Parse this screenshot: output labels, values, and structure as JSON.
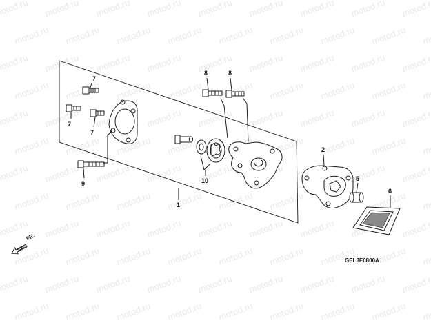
{
  "watermark": {
    "text": "motod.ru"
  },
  "callouts": [
    {
      "id": "c1",
      "label": "1"
    },
    {
      "id": "c2",
      "label": "2"
    },
    {
      "id": "c5",
      "label": "5"
    },
    {
      "id": "c6",
      "label": "6"
    },
    {
      "id": "c7a",
      "label": "7"
    },
    {
      "id": "c7b",
      "label": "7"
    },
    {
      "id": "c7c",
      "label": "7"
    },
    {
      "id": "c8a",
      "label": "8"
    },
    {
      "id": "c8b",
      "label": "8"
    },
    {
      "id": "c9",
      "label": "9"
    },
    {
      "id": "c10",
      "label": "10"
    }
  ],
  "diagram_code": "GEL3E0800A",
  "direction_label": "FR."
}
